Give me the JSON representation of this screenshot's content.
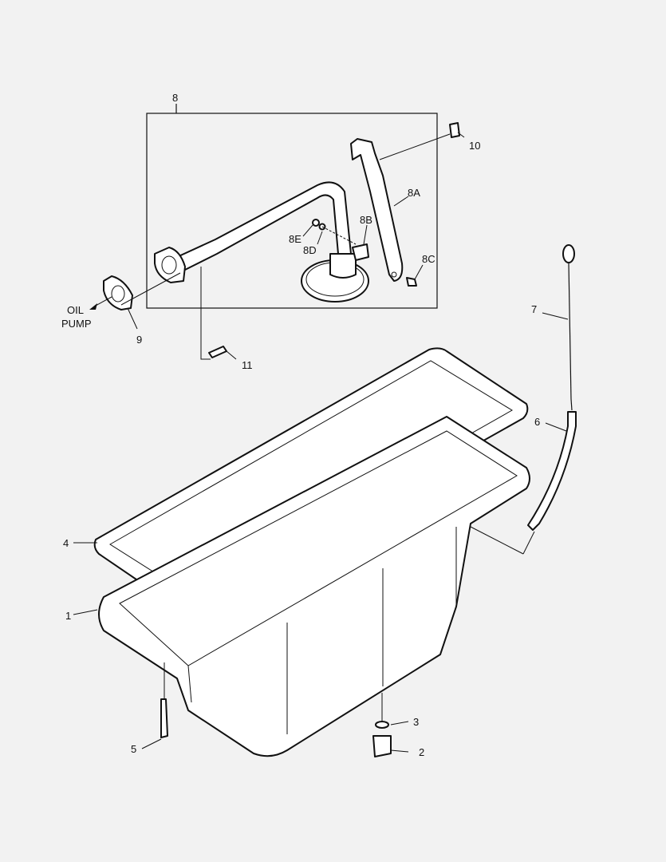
{
  "callouts": {
    "c8": "8",
    "c10": "10",
    "c8A": "8A",
    "c8B": "8B",
    "c8E": "8E",
    "c8D": "8D",
    "c8C": "8C",
    "c9": "9",
    "c11": "11",
    "c7": "7",
    "c6": "6",
    "c4": "4",
    "c1": "1",
    "c5": "5",
    "c3": "3",
    "c2": "2"
  },
  "annotation": {
    "line1": "OIL",
    "line2": "PUMP"
  }
}
